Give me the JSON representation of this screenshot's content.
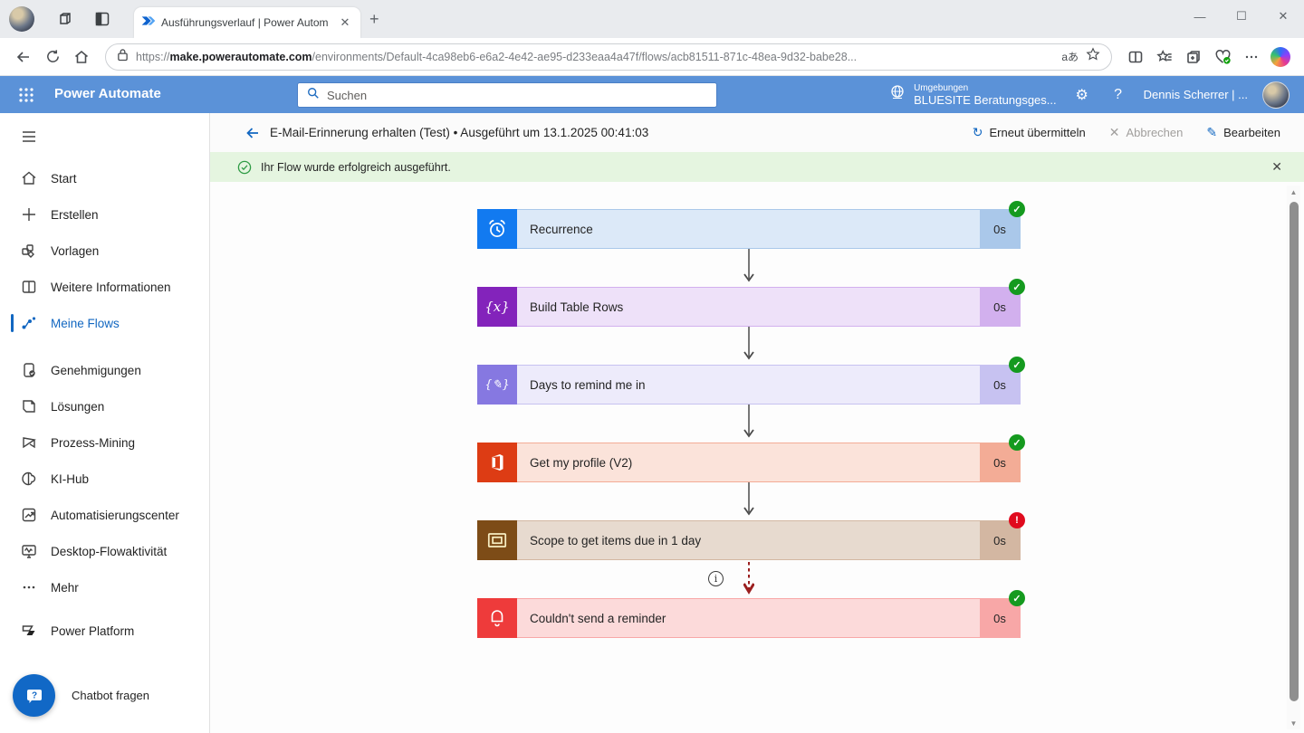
{
  "browser": {
    "tab": {
      "title": "Ausführungsverlauf | Power Autom"
    },
    "address": {
      "scheme": "https://",
      "host": "make.powerautomate.com",
      "path": "/environments/Default-4ca98eb6-e6a2-4e42-ae95-d233eaa4a47f/flows/acb81511-871c-48ea-9d32-babe28...",
      "translate_glyph": "aあ"
    }
  },
  "app_header": {
    "app_name": "Power Automate",
    "search_placeholder": "Suchen",
    "environment_label": "Umgebungen",
    "environment_name": "BLUESITE Beratungsges...",
    "user_name": "Dennis Scherrer | ..."
  },
  "sidebar": {
    "items": [
      {
        "label": "Start"
      },
      {
        "label": "Erstellen"
      },
      {
        "label": "Vorlagen"
      },
      {
        "label": "Weitere Informationen"
      },
      {
        "label": "Meine Flows",
        "selected": true
      },
      {
        "label": "Genehmigungen"
      },
      {
        "label": "Lösungen"
      },
      {
        "label": "Prozess-Mining"
      },
      {
        "label": "KI-Hub"
      },
      {
        "label": "Automatisierungscenter"
      },
      {
        "label": "Desktop-Flowaktivität"
      },
      {
        "label": "Mehr"
      }
    ],
    "footer_item": "Power Platform",
    "chatbot_label": "Chatbot fragen"
  },
  "run": {
    "title": "E-Mail-Erinnerung erhalten (Test) • Ausgeführt um 13.1.2025 00:41:03",
    "actions": [
      {
        "label": "Erneut übermitteln",
        "disabled": false
      },
      {
        "label": "Abbrechen",
        "disabled": true
      },
      {
        "label": "Bearbeiten",
        "disabled": false
      }
    ]
  },
  "banner": {
    "message": "Ihr Flow wurde erfolgreich ausgeführt."
  },
  "flow": {
    "nodes": [
      {
        "title": "Recurrence",
        "duration": "0s",
        "status": "success",
        "colors": {
          "icon": "#127af0",
          "body": "#dce9f8",
          "duration": "#aac8ea"
        }
      },
      {
        "title": "Build Table Rows",
        "duration": "0s",
        "status": "success",
        "colors": {
          "icon": "#8323bb",
          "body": "#eee1f9",
          "duration": "#d2b0ee"
        }
      },
      {
        "title": "Days to remind me in",
        "duration": "0s",
        "status": "success",
        "colors": {
          "icon": "#8678e1",
          "body": "#edebfb",
          "duration": "#c7c2f1"
        }
      },
      {
        "title": "Get my profile (V2)",
        "duration": "0s",
        "status": "success",
        "colors": {
          "icon": "#dd3c14",
          "body": "#fbe3da",
          "duration": "#f3ac96"
        }
      },
      {
        "title": "Scope to get items due in 1 day",
        "duration": "0s",
        "status": "error",
        "colors": {
          "icon": "#7d4c17",
          "body": "#e7dacf",
          "duration": "#d3b7a2"
        }
      },
      {
        "title": "Couldn't send a reminder",
        "duration": "0s",
        "status": "success",
        "colors": {
          "icon": "#ee3b3b",
          "body": "#fcdada",
          "duration": "#f8a7a7"
        }
      }
    ],
    "status_colors": {
      "success": "#159a1f",
      "error": "#e00b1e"
    }
  }
}
